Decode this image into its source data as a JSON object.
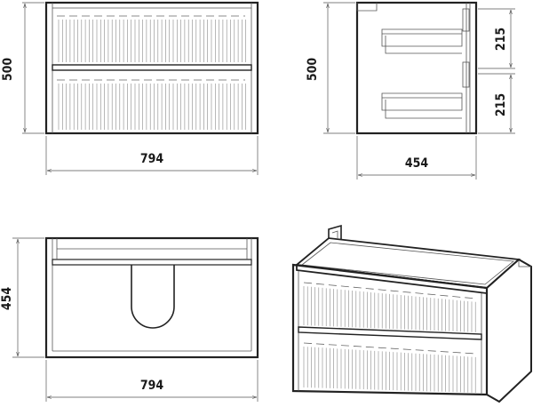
{
  "front_view": {
    "width_label": "794",
    "height_label": "500"
  },
  "side_view": {
    "depth_label": "454",
    "height_label": "500",
    "upper_drawer_label": "215",
    "lower_drawer_label": "215"
  },
  "top_view": {
    "width_label": "794",
    "depth_label": "454"
  },
  "colors": {
    "line": "#222222",
    "dimension": "#555555",
    "background": "#ffffff"
  }
}
